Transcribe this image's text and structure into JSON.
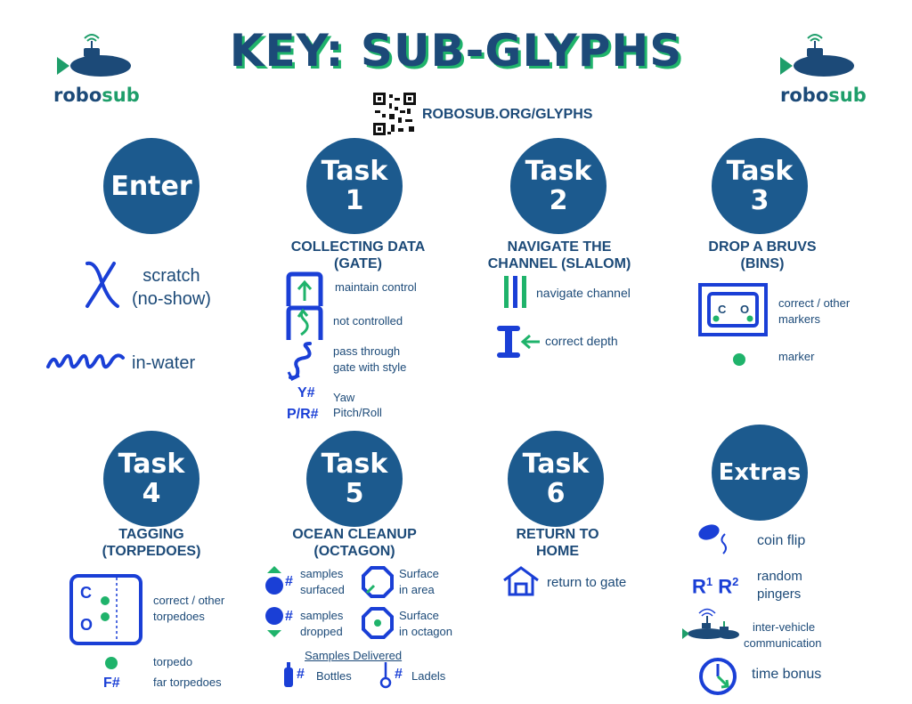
{
  "header": {
    "title": "KEY: SUB-GLYPHS",
    "url": "ROBOSUB.ORG/GLYPHS",
    "logo_text_left": "robo",
    "logo_text_right": "sub"
  },
  "colors": {
    "navy": "#1c4a78",
    "circle": "#1c5a8e",
    "green": "#1fb36b",
    "blue": "#1a3fd6"
  },
  "enter": {
    "circle": "Enter",
    "scratch_1": "scratch",
    "scratch_2": "(no-show)",
    "in_water": "in-water"
  },
  "task1": {
    "word": "Task",
    "num": "1",
    "heading_1": "COLLECTING DATA",
    "heading_2": "(GATE)",
    "items": [
      "maintain control",
      "not controlled",
      "pass through",
      "gate with style"
    ],
    "yaw_code": "Y#",
    "yaw": "Yaw",
    "pr_code": "P/R#",
    "pr": "Pitch/Roll"
  },
  "task2": {
    "word": "Task",
    "num": "2",
    "heading_1": "NAVIGATE THE",
    "heading_2": "CHANNEL (SLALOM)",
    "nav": "navigate channel",
    "depth": "correct depth"
  },
  "task3": {
    "word": "Task",
    "num": "3",
    "heading_1": "DROP A BRUVS",
    "heading_2": "(BINS)",
    "correct_1": "correct / other",
    "correct_2": "markers",
    "marker": "marker",
    "bin_letters": "C O"
  },
  "task4": {
    "word": "Task",
    "num": "4",
    "heading_1": "TAGGING",
    "heading_2": "(TORPEDOES)",
    "correct_1": "correct / other",
    "correct_2": "torpedoes",
    "torpedo": "torpedo",
    "far_code": "F#",
    "far": "far torpedoes",
    "c": "C",
    "o": "O"
  },
  "task5": {
    "word": "Task",
    "num": "5",
    "heading_1": "OCEAN CLEANUP",
    "heading_2": "(OCTAGON)",
    "surf_1": "samples",
    "surf_2": "surfaced",
    "drop_1": "samples",
    "drop_2": "dropped",
    "area_1": "Surface",
    "area_2": "in area",
    "oct_1": "Surface",
    "oct_2": "in octagon",
    "delivered": "Samples Delivered",
    "bottles": "Bottles",
    "ladels": "Ladels",
    "hash": "#"
  },
  "task6": {
    "word": "Task",
    "num": "6",
    "heading_1": "RETURN TO",
    "heading_2": "HOME",
    "gate": "return to gate"
  },
  "extras": {
    "circle": "Extras",
    "coin": "coin flip",
    "r1": "R",
    "sup1": "1",
    "r2": "R",
    "sup2": "2",
    "pingers_1": "random",
    "pingers_2": "pingers",
    "comm_1": "inter-vehicle",
    "comm_2": "communication",
    "time": "time bonus"
  }
}
